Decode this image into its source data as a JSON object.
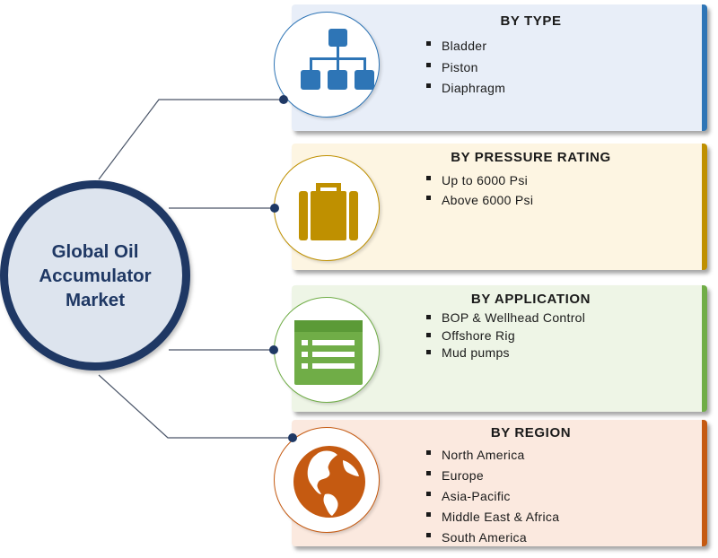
{
  "center": {
    "title_lines": [
      "Global Oil",
      "Accumulator",
      "Market"
    ]
  },
  "segments": [
    {
      "title": "BY TYPE",
      "icon": "hierarchy-icon",
      "accent": "#2e75b6",
      "fill": "#e8eef8",
      "items": [
        "Bladder",
        "Piston",
        "Diaphragm"
      ]
    },
    {
      "title": "BY PRESSURE RATING",
      "icon": "briefcase-icon",
      "accent": "#bf9000",
      "fill": "#fdf5e2",
      "items": [
        "Up to 6000 Psi",
        "Above 6000 Psi"
      ]
    },
    {
      "title": "BY APPLICATION",
      "icon": "list-window-icon",
      "accent": "#70ad47",
      "fill": "#eef5e6",
      "items": [
        "BOP & Wellhead Control",
        "Offshore Rig",
        "Mud pumps"
      ]
    },
    {
      "title": "BY REGION",
      "icon": "globe-icon",
      "accent": "#c55a11",
      "fill": "#fbe9df",
      "items": [
        "North America",
        "Europe",
        "Asia-Pacific",
        "Middle East & Africa",
        "South America"
      ]
    }
  ],
  "colors": {
    "hub_ring": "#1f3864",
    "hub_fill": "#dde4ee",
    "connector": "#4a5568"
  }
}
